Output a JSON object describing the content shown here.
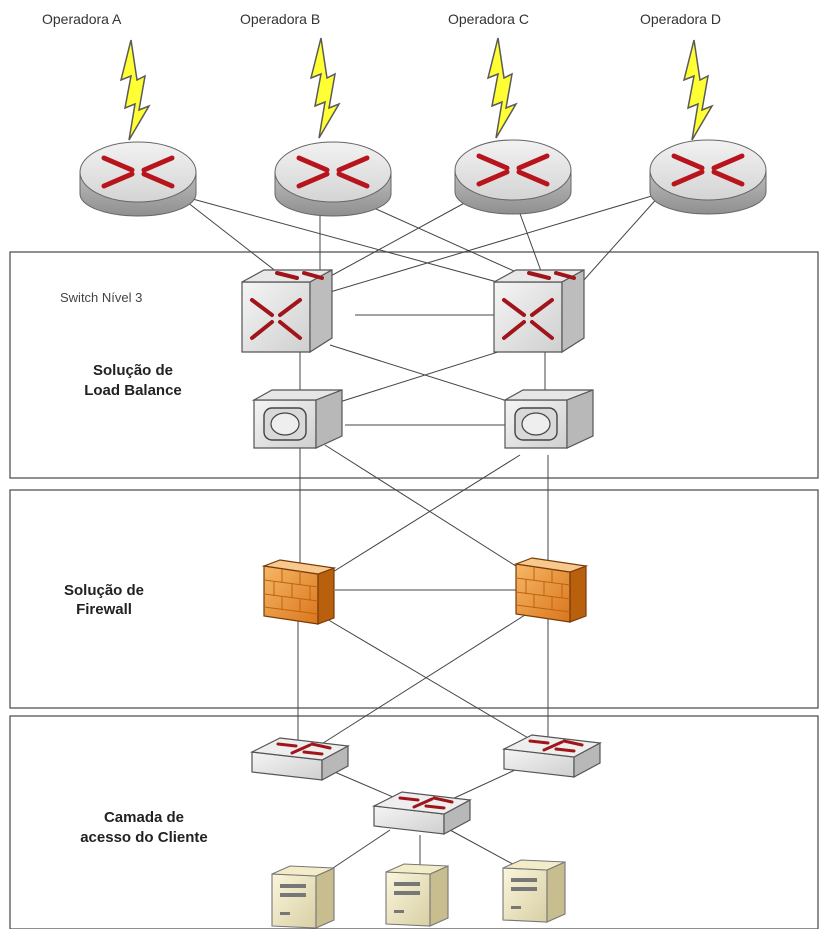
{
  "operators": [
    "Operadora A",
    "Operadora B",
    "Operadora C",
    "Operadora D"
  ],
  "labels": {
    "switch_nivel3": "Switch Nível 3",
    "load_balance_line1": "Solução de",
    "load_balance_line2": "Load Balance",
    "firewall_line1": "Solução de",
    "firewall_line2": "Firewall",
    "client_line1": "Camada de",
    "client_line2": "acesso do Cliente"
  }
}
